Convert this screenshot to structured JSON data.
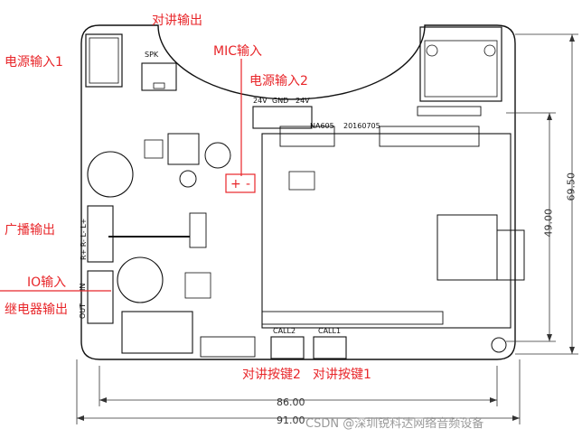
{
  "colors": {
    "annotation": "#e8262a",
    "outline": "#111111",
    "dimension": "#333333"
  },
  "annotations": {
    "intercom_output": "对讲输出",
    "mic_input": "MIC输入",
    "power_input_1": "电源输入1",
    "power_input_2": "电源输入2",
    "broadcast_output": "广播输出",
    "io_input": "IO输入",
    "relay_output": "继电器输出",
    "intercom_key_2": "对讲按键2",
    "intercom_key_1": "对讲按键1"
  },
  "silkscreen": {
    "spk": "SPK",
    "v24_left": "24V",
    "gnd": "GND",
    "v24_right": "24V",
    "model": "NA605",
    "date": "20160705",
    "call2": "CALL2",
    "call1": "CALL1",
    "plus": "+",
    "minus": "-",
    "rl_labels": "R+ R- L- L+",
    "in": "IN",
    "out": "OUT"
  },
  "dimensions": {
    "width_inner": "86.00",
    "width_outer": "91.00",
    "height_inner": "49.00",
    "height_outer": "69.50"
  },
  "watermark": "CSDN @深圳锐科达网络音频设备"
}
